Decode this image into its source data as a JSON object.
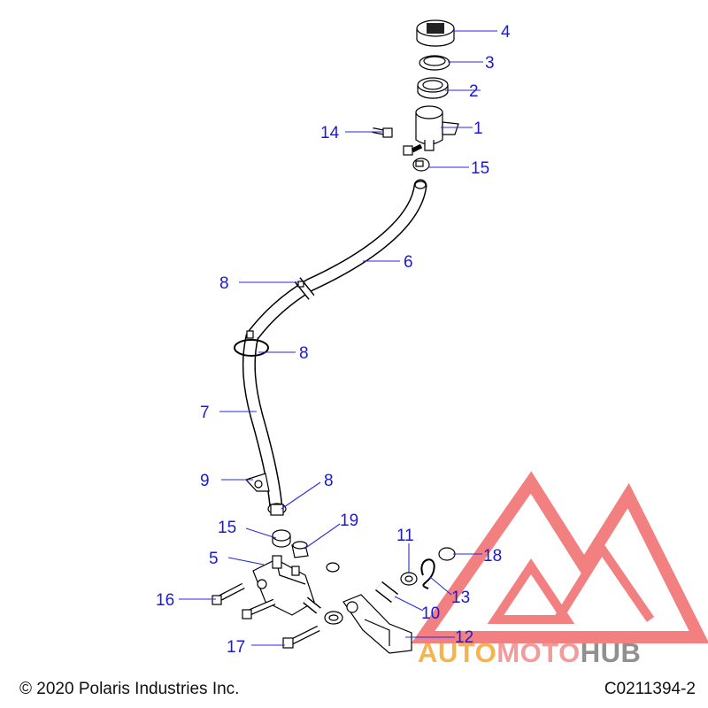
{
  "callouts": [
    "1",
    "2",
    "3",
    "4",
    "5",
    "6",
    "7",
    "8",
    "8",
    "8",
    "9",
    "10",
    "11",
    "12",
    "13",
    "14",
    "15",
    "15",
    "16",
    "17",
    "18",
    "19"
  ],
  "footer": {
    "copyright": "© 2020 Polaris Industries Inc.",
    "figure_id": "C0211394-2"
  },
  "watermark": {
    "part1": "AUTO",
    "part2": "MOTO",
    "part3": "HUB",
    "colors": {
      "auto": "#f2b552",
      "moto": "#f29b9b",
      "hub": "#909090",
      "logo": "#f06a6a"
    }
  },
  "colors": {
    "callout": "#1a1ad8",
    "line": "#000000"
  }
}
